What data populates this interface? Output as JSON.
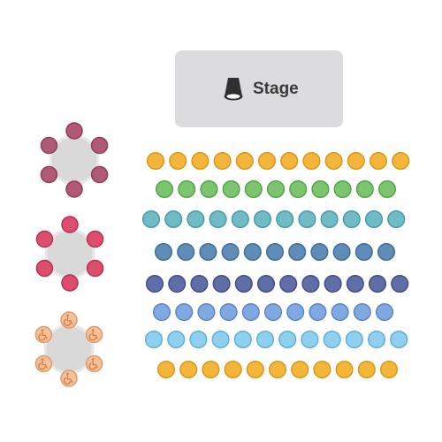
{
  "stage": {
    "label": "Stage",
    "icon": "spotlight-icon",
    "fill": "#dcdcde",
    "icon_color": "#2f2f2f"
  },
  "tables": [
    {
      "id": "table-1",
      "seat_color": "#b05a76",
      "seat_stroke": "#8f3d5a",
      "seats": 6,
      "seat_icon": null
    },
    {
      "id": "table-2",
      "seat_color": "#db4f6c",
      "seat_stroke": "#b8304f",
      "seats": 6,
      "seat_icon": null
    },
    {
      "id": "table-3",
      "seat_color": "#f2c19d",
      "seat_stroke": "#e39a68",
      "seats": 6,
      "seat_icon": "wheelchair-icon",
      "icon_color": "#e07a3a"
    }
  ],
  "table_fill": "#d9d9da",
  "table_stroke": "#e8e8ea",
  "rows": [
    {
      "row": 1,
      "seats": 12,
      "fill": "#f4b63a",
      "stroke": "#d99818"
    },
    {
      "row": 2,
      "seats": 11,
      "fill": "#7cc46e",
      "stroke": "#55a647"
    },
    {
      "row": 3,
      "seats": 12,
      "fill": "#6fbcc7",
      "stroke": "#4a9aa7"
    },
    {
      "row": 4,
      "seats": 11,
      "fill": "#5f8db8",
      "stroke": "#3f6f9c"
    },
    {
      "row": 5,
      "seats": 12,
      "fill": "#5f6ea6",
      "stroke": "#434f88"
    },
    {
      "row": 6,
      "seats": 11,
      "fill": "#80a9e2",
      "stroke": "#5a87c8"
    },
    {
      "row": 7,
      "seats": 12,
      "fill": "#8fd0ee",
      "stroke": "#5fb0d8"
    },
    {
      "row": 8,
      "seats": 11,
      "fill": "#f4b63a",
      "stroke": "#d99818"
    }
  ]
}
